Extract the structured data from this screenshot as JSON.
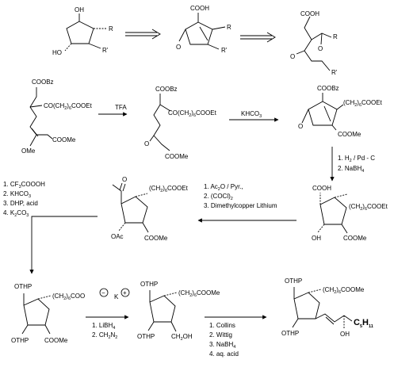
{
  "retro": {
    "m1": {
      "oh_top": "OH",
      "r": "R",
      "ho": "HO",
      "rp": "R'"
    },
    "m2": {
      "cooh": "COOH",
      "r": "R",
      "o": "O",
      "rp": "R'"
    },
    "m3": {
      "cooh": "COOH",
      "o1": "O",
      "r": "R",
      "o2": "O",
      "rp": "R'"
    }
  },
  "row2": {
    "c1": {
      "coobz": "COOBz",
      "side_pre": "CO(CH",
      "side_sub": "2",
      "side_mid": ")",
      "side_sub2": "6",
      "side_post": "COOEt",
      "ome": "OMe",
      "coome": "COOMe"
    },
    "tfa": "TFA",
    "c2": {
      "coobz": "COOBz",
      "side_pre": "CO(CH",
      "side_sub": "2",
      "side_mid": ")",
      "side_sub2": "6",
      "side_post": "COOEt",
      "o": "O",
      "coome": "COOMe"
    },
    "khco3_pre": "KHCO",
    "khco3_sub": "3",
    "c3": {
      "coobz": "COOBz",
      "side_pre": "(CH",
      "side_sub": "2",
      "side_mid": ")",
      "side_sub2": "6",
      "side_post": "COOEt",
      "o": "O",
      "coome": "COOMe"
    },
    "step_h2_pre": "1. H",
    "step_h2_sub": "2",
    "step_h2_post": " / Pd - C",
    "step_nabh4_pre": "2. NaBH",
    "step_nabh4_sub": "4"
  },
  "row3": {
    "reagents_left": [
      {
        "pre": "1. CF",
        "sub": "3",
        "post": "COOOH"
      },
      {
        "pre": "2. KHCO",
        "sub": "3",
        "post": ""
      },
      {
        "pre": "3. DHP, acid",
        "sub": "",
        "post": ""
      },
      {
        "pre": "4. K",
        "sub": "2",
        "post": "CO",
        "sub2": "3"
      }
    ],
    "c4": {
      "o": "O",
      "side_pre": "(CH",
      "side_sub": "2",
      "side_mid": ")",
      "side_sub2": "6",
      "side_post": "COOEt",
      "oac": "OAc",
      "coome": "COOMe"
    },
    "reagents_mid": [
      {
        "pre": "1. Ac",
        "sub": "2",
        "post": "O / Pyr.,"
      },
      {
        "pre": "2. (COCl)",
        "sub": "2",
        "post": ""
      },
      {
        "pre": "3. Dimethylcopper Lithium",
        "sub": "",
        "post": ""
      }
    ],
    "c5": {
      "cooh": "COOH",
      "side_pre": "(CH",
      "side_sub": "2",
      "side_mid": ")",
      "side_sub2": "6",
      "side_post": "COOEt",
      "oh": "OH",
      "coome": "COOMe"
    }
  },
  "row4": {
    "c6": {
      "othp_top": "OTHP",
      "side_pre": "(CH",
      "side_sub": "2",
      "side_mid": ")",
      "side_sub2": "6",
      "side_post": "COO",
      "minus": "−",
      "k": "K",
      "plus": "+",
      "othp_bot": "OTHP",
      "coome": "COOMe"
    },
    "reagents_a": [
      {
        "pre": "1. LiBH",
        "sub": "4",
        "post": ""
      },
      {
        "pre": "2. CH",
        "sub": "2",
        "post": "N",
        "sub2": "2"
      }
    ],
    "c7": {
      "othp_top": "OTHP",
      "side_pre": "(CH",
      "side_sub": "2",
      "side_mid": ")",
      "side_sub2": "6",
      "side_post": "COOMe",
      "othp_bot": "OTHP",
      "ch2oh_pre": "CH",
      "ch2oh_sub": "2",
      "ch2oh_post": "OH"
    },
    "reagents_b": [
      {
        "pre": "1. Collins",
        "sub": "",
        "post": ""
      },
      {
        "pre": "2. Wittig",
        "sub": "",
        "post": ""
      },
      {
        "pre": "3. NaBH",
        "sub": "4",
        "post": ""
      },
      {
        "pre": "4. aq. acid",
        "sub": "",
        "post": ""
      }
    ],
    "c8": {
      "othp_top": "OTHP",
      "side_pre": "(CH",
      "side_sub": "2",
      "side_mid": ")",
      "side_sub2": "6",
      "side_post": "COOMe",
      "othp_bot": "OTHP",
      "oh": "OH",
      "c5_pre": "C",
      "c5_sub": "5",
      "c5_mid": "H",
      "c5_sub2": "11"
    }
  }
}
